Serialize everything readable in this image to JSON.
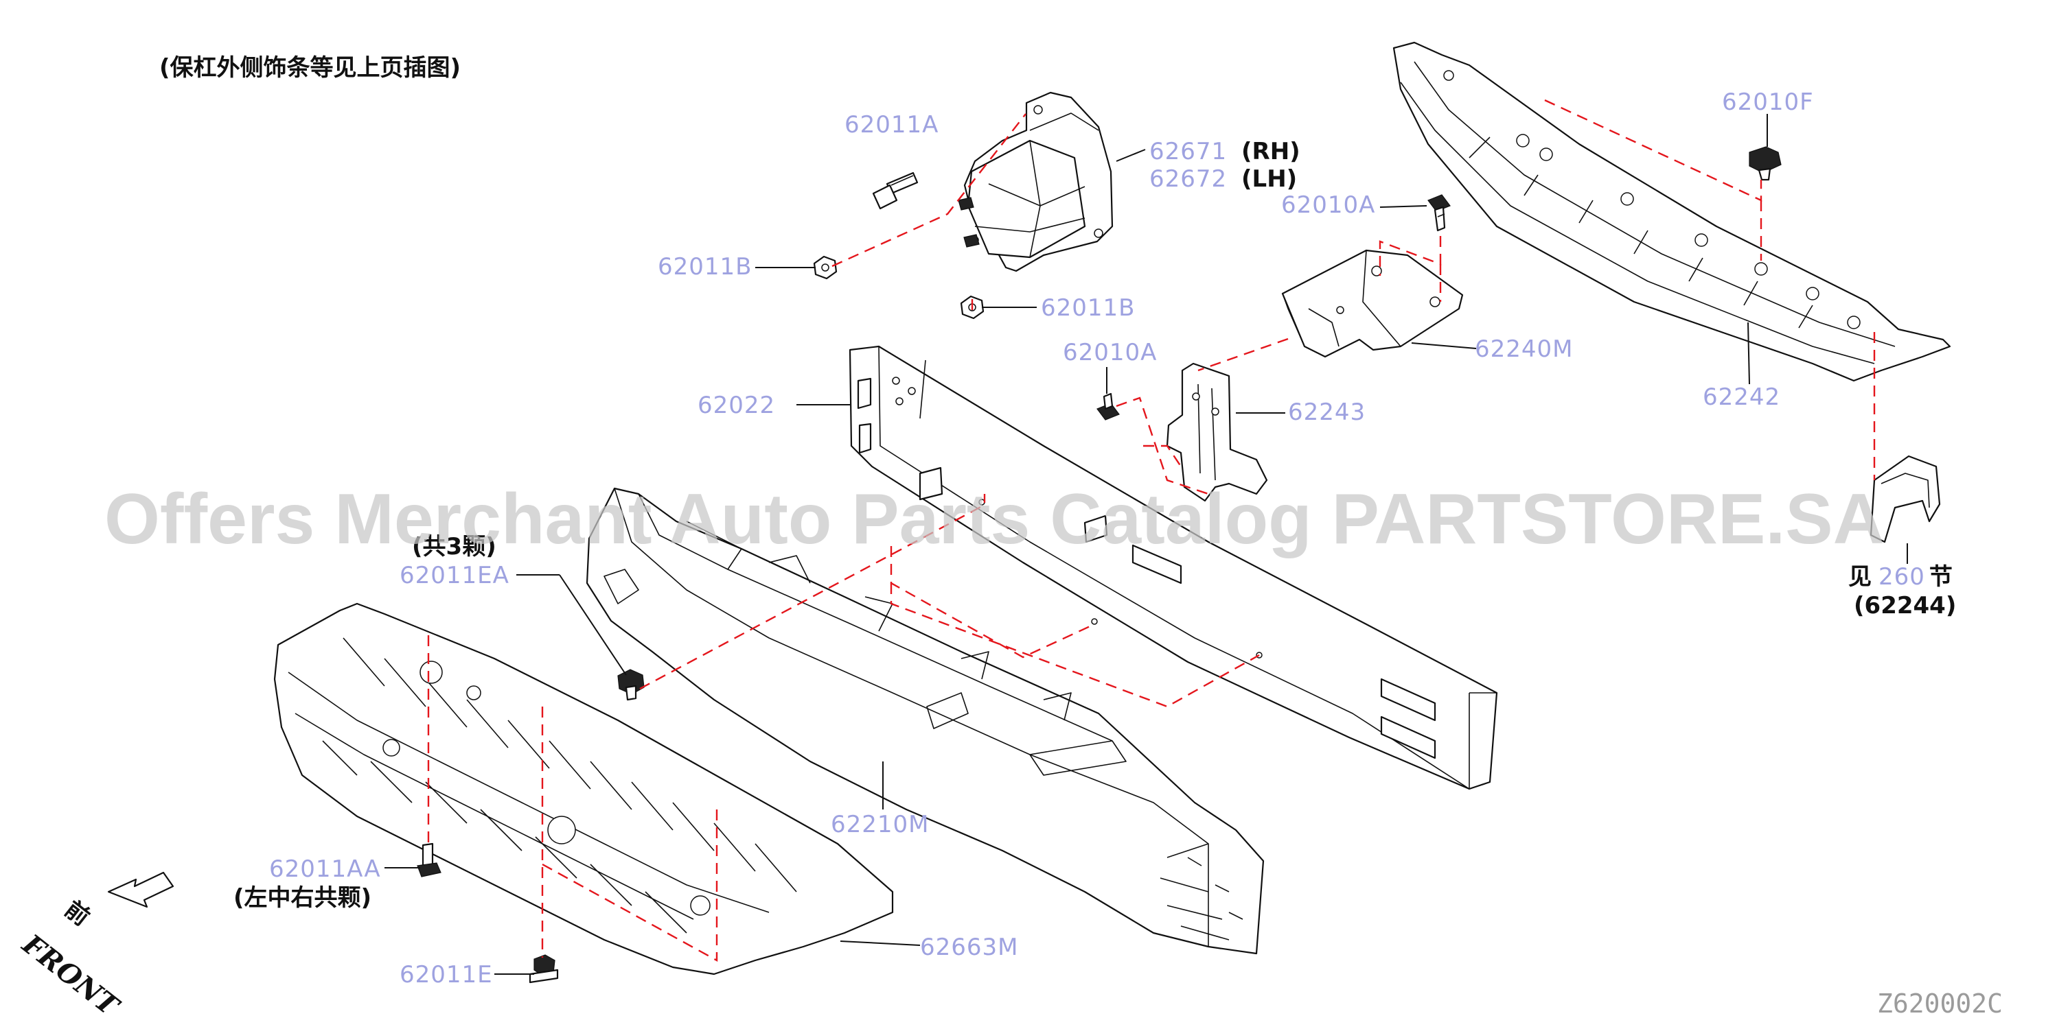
{
  "heading": "(保杠外侧饰条等见上页插图)",
  "part_labels": {
    "p62011A": "62011A",
    "p62671": "62671",
    "rh": "(RH)",
    "p62672": "62672",
    "lh": "(LH)",
    "p62011B_left": "62011B",
    "p62011B_right": "62011B",
    "p62010F": "62010F",
    "p62010A_top": "62010A",
    "p62240M": "62240M",
    "p62242": "62242",
    "p62010A_mid": "62010A",
    "p62243": "62243",
    "p62022": "62022",
    "p62011EA": "62011EA",
    "p62210M": "62210M",
    "p62011AA": "62011AA",
    "p62663M": "62663M",
    "p62011E": "62011E"
  },
  "notes": {
    "qty_3": "(共3颗)",
    "qty_lcr": "(左中右共颗)",
    "see_section_prefix": "见",
    "see_section_number": "260",
    "see_section_suffix": "节",
    "see_section_part": "(62244)"
  },
  "front_indicator": {
    "chinese": "前",
    "english": "FRONT"
  },
  "watermark": "Offers Merchant Auto Parts Catalog PARTSTORE.SA",
  "diagram_code": "Z620002C",
  "colors": {
    "dashed_reference_lines": "#e4161c",
    "part_numbers": "#9ea2e0",
    "outlines": "#111111",
    "watermark": "#c8c8c8"
  }
}
